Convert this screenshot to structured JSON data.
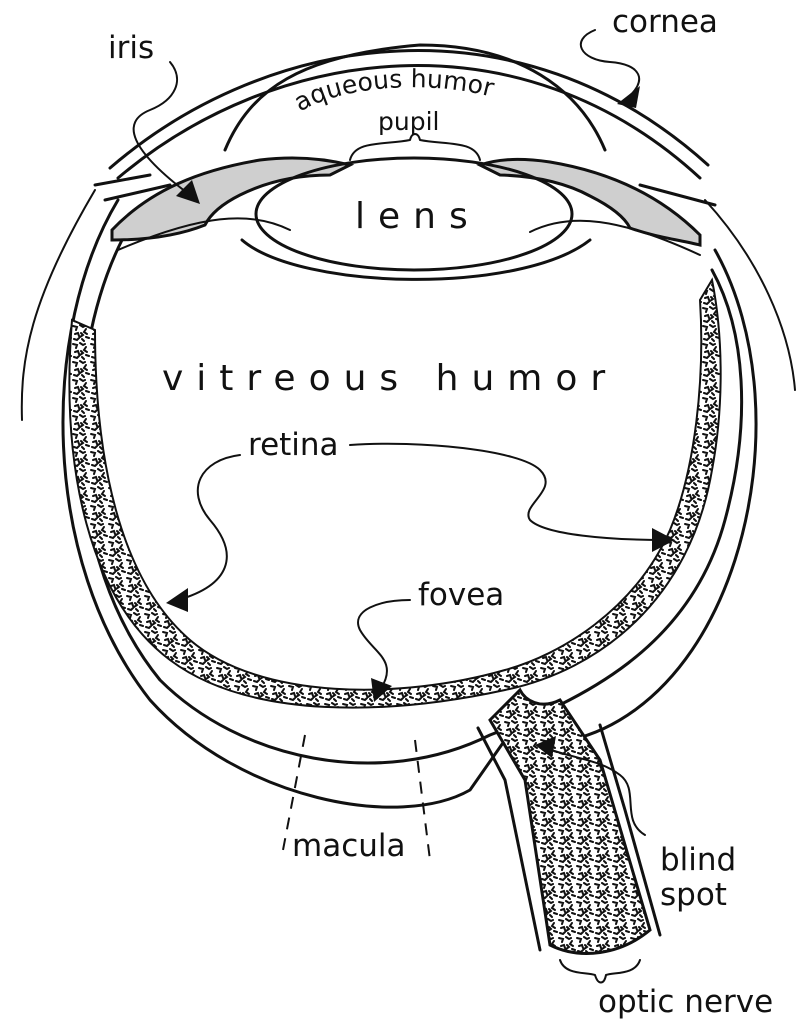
{
  "labels": {
    "cornea": "cornea",
    "iris": "iris",
    "aqueous_humor": "aqueous humor",
    "pupil": "pupil",
    "lens": "lens",
    "vitreous_humor": "vitreous humor",
    "retina": "retina",
    "fovea": "fovea",
    "macula": "macula",
    "blind_spot_line1": "blind",
    "blind_spot_line2": "spot",
    "optic_nerve": "optic nerve"
  },
  "colors": {
    "ink": "#111111",
    "iris_fill": "#cfcfcf",
    "background": "#ffffff"
  }
}
